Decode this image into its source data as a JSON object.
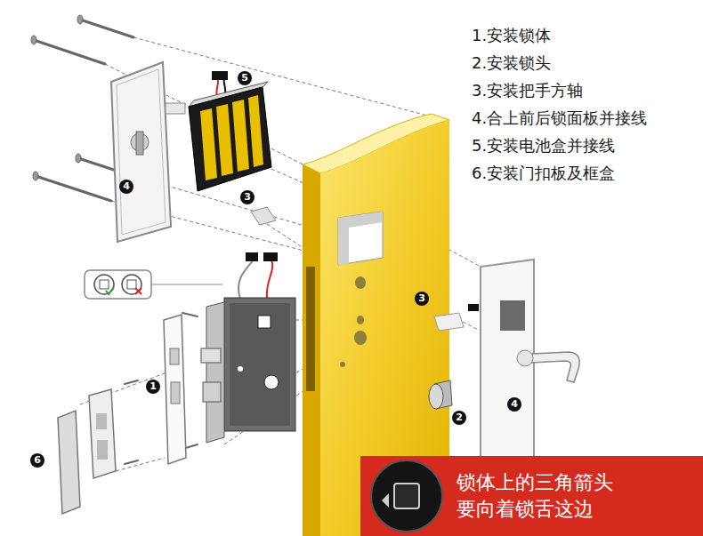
{
  "diagram": {
    "nodes": [
      {
        "text": [
          "锁体上的三角箭头 要向着锁舌这边"
        ]
      }
    ],
    "labels": [
      "1.安装锁体",
      "2.安装锁头",
      "3.安装把手方轴",
      "4.合上前后锁面板并接线",
      "5.安装电池盒并接线",
      "6.安装门扣板及框盒",
      "5",
      "4",
      "3",
      "3",
      "1",
      "4",
      "2",
      "6"
    ]
  }
}
